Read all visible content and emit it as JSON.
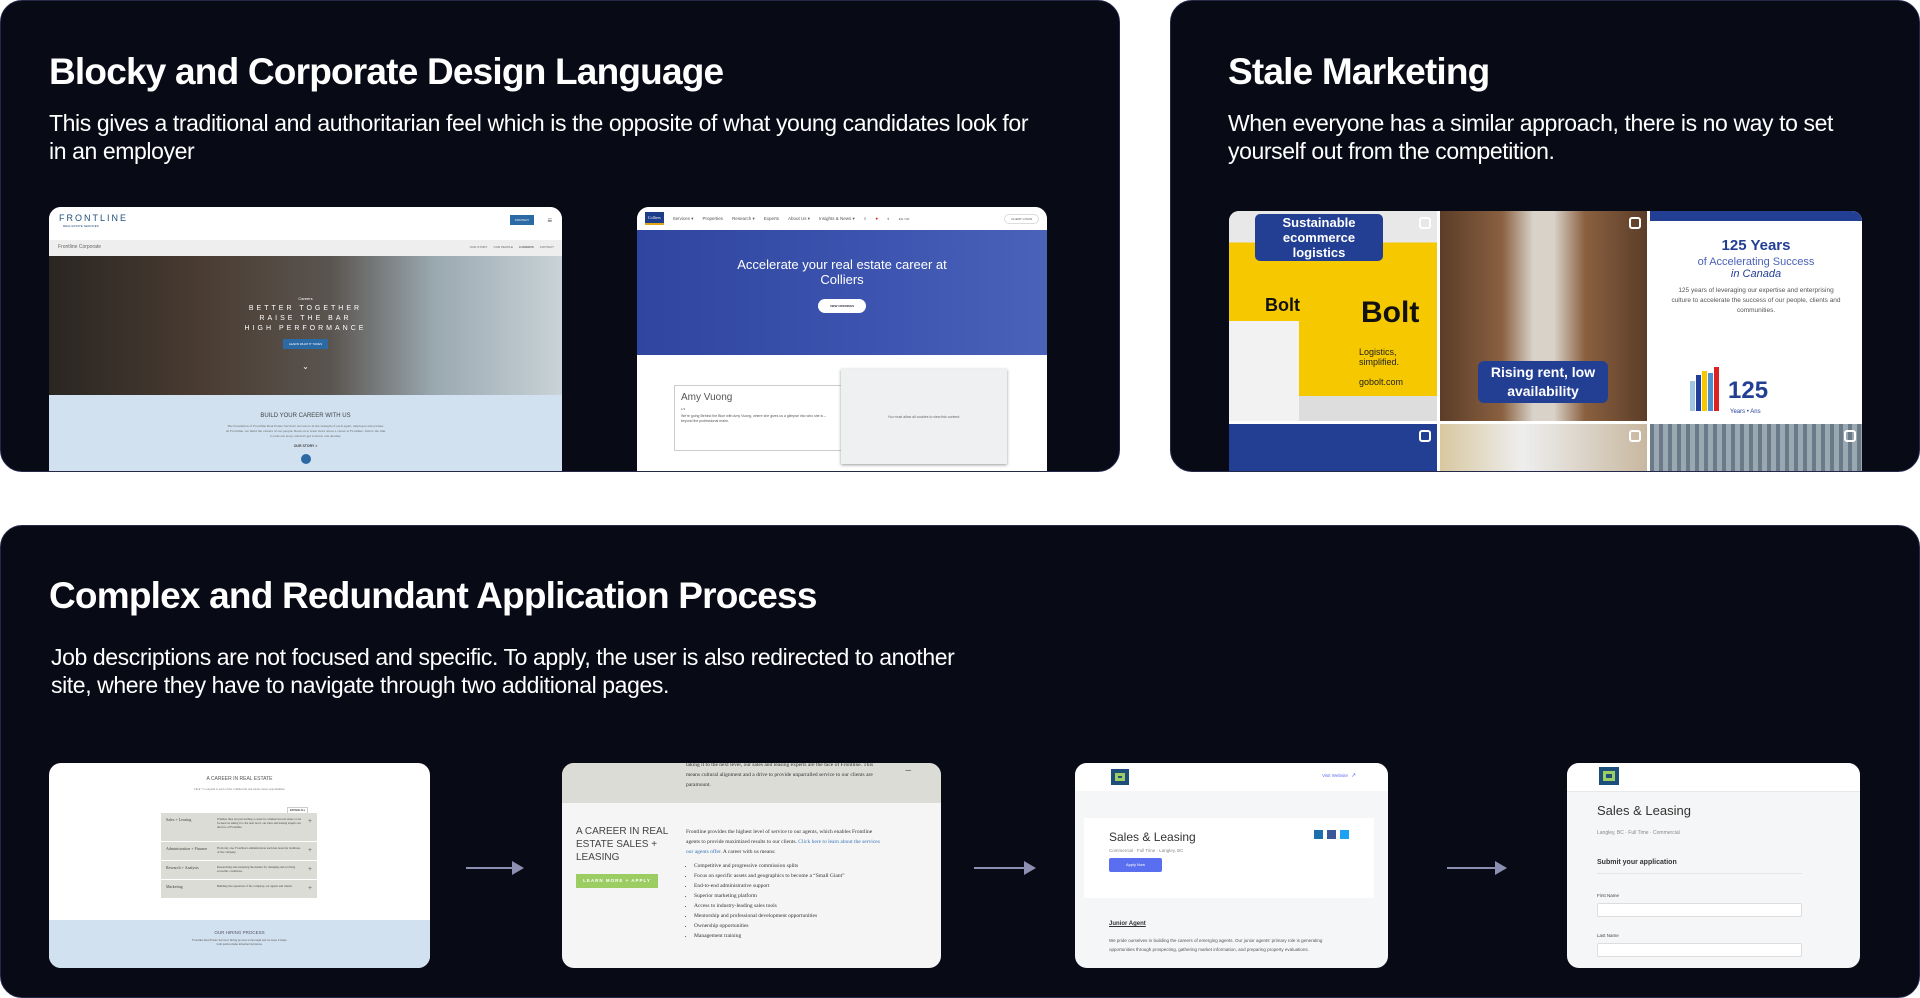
{
  "sections": {
    "blocky": {
      "title": "Blocky and Corporate Design Language",
      "subtitle": "This gives a traditional and authoritarian feel which is the opposite of what young candidates look for in an employer"
    },
    "stale": {
      "title": "Stale Marketing",
      "subtitle": "When everyone has a similar approach, there is no way to set yourself out from the competition."
    },
    "complex": {
      "title": "Complex and Redundant Application Process",
      "subtitle": "Job descriptions are not focused and specific. To apply, the user is also redirected to another site, where they have to navigate through two additional pages."
    }
  },
  "frontline": {
    "logo": "FRONTLINE",
    "logo_sub": "REAL ESTATE SERVICES",
    "contact": "CONTACT",
    "subnav_title": "Frontline Corporate",
    "nav": [
      "OUR STORY",
      "OUR PEOPLE",
      "CAREERS",
      "CONTACT"
    ],
    "hero_small": "Careers",
    "hero_lines": [
      "BETTER TOGETHER",
      "RAISE THE BAR",
      "HIGH PERFORMANCE"
    ],
    "hero_button": "LEARN WHAT IT TAKES",
    "section_title": "BUILD YOUR CAREER WITH US",
    "section_text": "The foundation of Frontline Real Estate Services' success is in the strength of each agent, employee and partner. At Frontline, we build the careers of our people. Read on to learn more about a career at Frontline, follow the link to read our story, and let's get to know one another.",
    "section_link": "OUR STORY >"
  },
  "colliers": {
    "logo": "Colliers",
    "nav": [
      "Services ▾",
      "Properties",
      "Research ▾",
      "Experts",
      "About Us ▾",
      "Insights & News ▾"
    ],
    "lang": "EN / FR",
    "login": "CLIENT LOGIN",
    "hero": "Accelerate your real estate career at Colliers",
    "hero_button": "VIEW OPENINGS",
    "card_name": "Amy Vuong",
    "card_count": "1/4",
    "card_text": "We're going Behind the Blue with Amy Vuong, where she gives us a glimpse into who she is – beyond the professional realm.",
    "cookie": "You must allow all cookies to view this content."
  },
  "instagram": {
    "tile1_title": "Sustainable ecommerce logistics",
    "tile1_brand": "Bolt",
    "tile1_tag": "Logistics, simplified.",
    "tile1_url": "gobolt.com",
    "tile2_title": "Rising rent, low availability",
    "tile3_title": "125 Years",
    "tile3_sub": "of Accelerating Success",
    "tile3_sub2": "in Canada",
    "tile3_text": "125 years of leveraging our expertise and enterprising culture to accelerate the success of our people, clients and communities.",
    "tile3_big": "125",
    "tile3_small": "Years • Ans"
  },
  "careers_page": {
    "title": "A CAREER IN REAL ESTATE",
    "intro": "Click + to expand to each of the commercial real estate career opportunities.",
    "expand_all": "EXPAND ALL",
    "rows": [
      {
        "name": "Sales + Leasing",
        "desc": "Whether they are just starting a career in commercial real estate or are focused on taking it to the next level, our sales and leasing experts are the face of Frontline."
      },
      {
        "name": "Administration + Finance",
        "desc": "From day one, Frontline's administration team has been the backbone of the company."
      },
      {
        "name": "Research + Analysis",
        "desc": "Researching and analyzing the market for changing and evolving economic conditions."
      },
      {
        "name": "Marketing",
        "desc": "Building the reputation of the company, our agents and clients."
      }
    ],
    "footer_title": "OUR HIRING PROCESS",
    "footer_text": "Frontline Real Estate Services' hiring process is thorough and we hope it helps both parties make informed decisions."
  },
  "sales_detail": {
    "top_text": "taking it to the next level, our sales and leasing experts are the face of Frontline. This means cultural alignment and a drive to provide unparralled service to our clients are paramount.",
    "heading": "A CAREER IN REAL ESTATE SALES + LEASING",
    "button": "LEARN MORE + APPLY",
    "intro": "Frontline provides the highest level of service to our agents, which enables Frontline agents to provide maximized results to our clients.",
    "link": "Click here to learn about the services our agents offer.",
    "intro_end": " A career with us means:",
    "bullets": [
      "Competitive and progressive commission splits",
      "Focus on specific assets and geographics to become a “Small Giant”",
      "End-to-end administrative support",
      "Superior marketing platform",
      "Access to industry-leading sales tools",
      "Mentorship and professional development opportunities",
      "Ownership opportunities",
      "Management training"
    ]
  },
  "job_post": {
    "visit": "Visit Website",
    "title": "Sales & Leasing",
    "meta": "Commercial · Full Time · Langley, BC",
    "apply": "Apply Now",
    "subhead": "Junior Agent",
    "text": "We pride ourselves in building the careers of emerging agents. Our junior agents' primary role is generating opportunities through prospecting, gathering market information, and preparing property evaluations."
  },
  "application": {
    "title": "Sales & Leasing",
    "meta": "Langley, BC · Full Time · Commercial",
    "heading": "Submit your application",
    "first": "First Name",
    "last": "Last Name"
  },
  "colors": {
    "panel": "#080a16",
    "brand_blue": "#263f8f",
    "accent_green": "#9ccd62",
    "apply_blue": "#5a6ef0"
  }
}
